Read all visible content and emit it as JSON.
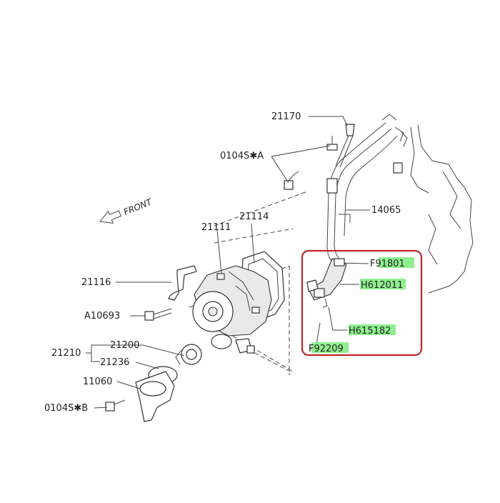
{
  "diagram": {
    "front_label": "FRONT",
    "labels": {
      "p21170": "21170",
      "p0104sa": "0104S✱A",
      "p14065": "14065",
      "p21111": "21111",
      "p21114": "21114",
      "p21116": "21116",
      "pA10693": "A10693",
      "p21200": "21200",
      "p21210": "21210",
      "p21236": "21236",
      "p11060": "11060",
      "p0104sb": "0104S✱B"
    },
    "highlighted_parts": [
      "F91801",
      "H612011",
      "H615182",
      "F92209"
    ],
    "highlight_color": "#8ef08e",
    "callout_border_color": "#c0262a"
  }
}
